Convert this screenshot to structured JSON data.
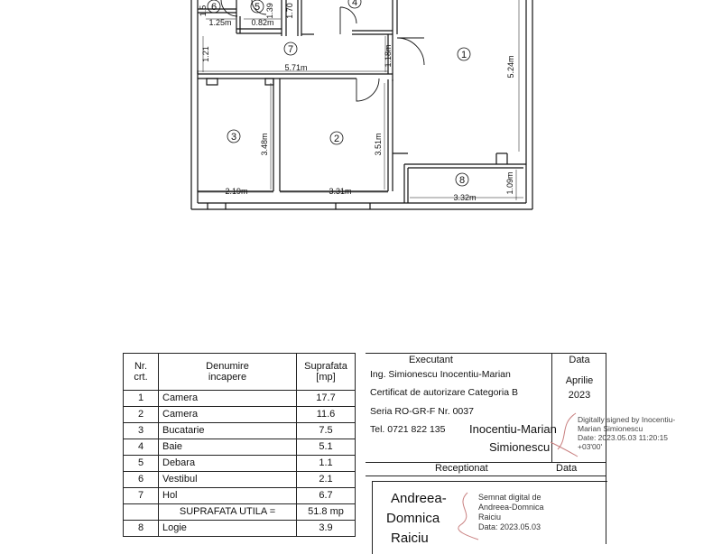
{
  "plan": {
    "dims": {
      "w1_25": "1.25m",
      "w0_82": "0.82m",
      "h1_5": "1.5",
      "h1_39": "1.39",
      "h1_70": "1.70",
      "h1_21": "1.21",
      "w5_71": "5.71m",
      "h1_18": "1.18m",
      "h5_24": "5.24m",
      "h3_48": "3.48m",
      "h3_51": "3.51m",
      "w2_19": "2.19m",
      "w3_31": "3.31m",
      "w3_32": "3.32m",
      "h1_09": "1.09m"
    },
    "room_numbers": [
      "1",
      "2",
      "3",
      "4",
      "5",
      "6",
      "7",
      "8"
    ]
  },
  "table": {
    "header_nr": [
      "Nr.",
      "crt."
    ],
    "header_name": [
      "Denumire",
      "incapere"
    ],
    "header_area": [
      "Suprafata",
      "[mp]"
    ],
    "rows": [
      {
        "nr": "1",
        "name": "Camera",
        "area": "17.7"
      },
      {
        "nr": "2",
        "name": "Camera",
        "area": "11.6"
      },
      {
        "nr": "3",
        "name": "Bucatarie",
        "area": "7.5"
      },
      {
        "nr": "4",
        "name": "Baie",
        "area": "5.1"
      },
      {
        "nr": "5",
        "name": "Debara",
        "area": "1.1"
      },
      {
        "nr": "6",
        "name": "Vestibul",
        "area": "2.1"
      },
      {
        "nr": "7",
        "name": "Hol",
        "area": "6.7"
      }
    ],
    "total_label": "SUPRAFATA UTILA =",
    "total_value": "51.8 mp",
    "extra_row": {
      "nr": "8",
      "name": "Logie",
      "area": "3.9"
    }
  },
  "executant": {
    "title": "Executant",
    "name": "Ing. Simionescu Inocentiu-Marian",
    "certificate": "Certificat de autorizare Categoria B",
    "series": "Seria RO-GR-F Nr. 0037",
    "phone": "Tel. 0721 822 135",
    "signature_name_line1": "Inocentiu-Marian",
    "signature_name_line2": "Simionescu",
    "date_label": "Data",
    "date_month": "Aprilie",
    "date_year": "2023"
  },
  "digital_signature": {
    "line1": "Digitally signed by Inocentiu-",
    "line2": "Marian Simionescu",
    "line3": "Date: 2023.05.03 11:20:15",
    "line4": "+03'00'"
  },
  "receptionat": {
    "title": "Receptionat",
    "date_label": "Data",
    "name_line1": "Andreea-",
    "name_line2": "Domnica",
    "name_line3": "Raiciu",
    "stamp_line1": "Semnat digital de",
    "stamp_line2": "Andreea-Domnica",
    "stamp_line3": "Raiciu",
    "stamp_line4": "Data: 2023.05.03"
  }
}
